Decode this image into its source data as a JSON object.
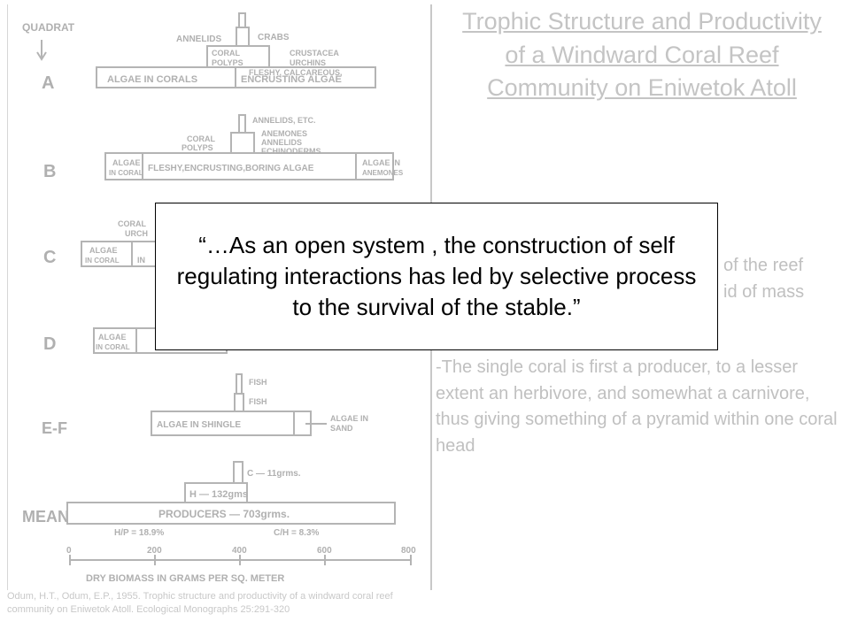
{
  "title": "Trophic Structure and Productivity of a Windward Coral Reef Community on Eniwetok Atoll",
  "background_text": {
    "partial_1": "of the reef",
    "partial_2": "id of mass",
    "paragraph": "-The single coral is first a producer, to a lesser extent an herbivore, and somewhat a carnivore, thus giving something of a pyramid within one coral head"
  },
  "quote": "“…As an open system , the construction of self regulating interactions has led by selective process to the survival of the stable.”",
  "citation": "Odum, H.T., Odum, E.P., 1955. Trophic structure and productivity of a windward coral reef community on Eniwetok Atoll. Ecological Monographs 25:291-320",
  "figure": {
    "quadrat_label": "QUADRAT",
    "rows": {
      "a": {
        "label": "A",
        "annelids": "ANNELIDS",
        "crabs": "CRABS",
        "crustacea": "CRUSTACEA",
        "urchins": "URCHINS",
        "coral": "CORAL",
        "polyps": "POLYPS",
        "fleshy": "FLESHY, CALCAREOUS,",
        "algae_corals": "ALGAE IN CORALS",
        "encrusting": "ENCRUSTING ALGAE"
      },
      "b": {
        "label": "B",
        "annelids_etc": "ANNELIDS, ETC.",
        "coral": "CORAL",
        "polyps": "POLYPS",
        "anemones": "ANEMONES",
        "annelids": "ANNELIDS",
        "echinoderms": "ECHINODERMS",
        "algae": "ALGAE",
        "in_coral": "IN CORAL",
        "fleshy": "FLESHY,ENCRUSTING,BORING ALGAE",
        "algae_in": "ALGAE   IN",
        "anemones_short": "ANEMONES"
      },
      "c": {
        "label": "C",
        "coral": "CORAL",
        "urch": "URCH",
        "algae": "ALGAE",
        "in_coral": "IN CORAL",
        "in": "IN"
      },
      "d": {
        "label": "D",
        "algae": "ALGAE",
        "in_coral": "IN CORAL"
      },
      "ef": {
        "label": "E-F",
        "fish1": "FISH",
        "fish2": "FISH",
        "algae_shingle": "ALGAE    IN SHINGLE",
        "algae_in": "ALGAE IN",
        "sand": "SAND"
      },
      "mean": {
        "label": "MEAN",
        "carnivores": "C — 11grms.",
        "herbivores": "H — 132gms",
        "producers": "PRODUCERS — 703grms.",
        "hp": "H/P = 18.9%",
        "ch": "C/H = 8.3%"
      }
    },
    "axis": {
      "ticks": [
        "0",
        "200",
        "400",
        "600",
        "800"
      ],
      "label": "DRY BIOMASS IN GRAMS PER SQ. METER"
    }
  }
}
